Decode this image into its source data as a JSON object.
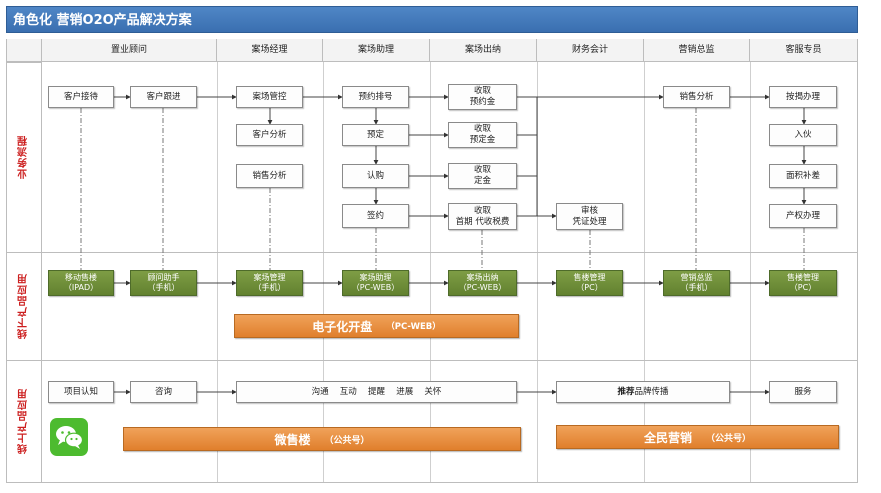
{
  "title": "角色化 营销O2O产品解决方案",
  "columns": [
    "置业顾问",
    "案场经理",
    "案场助理",
    "案场出纳",
    "财务会计",
    "营销总监",
    "客服专员"
  ],
  "lanes": [
    "业务流程",
    "线下产品应用",
    "线上产品应用"
  ],
  "flow": {
    "kehu_jiedai": "客户接待",
    "kehu_genjin": "客户跟进",
    "anchang_guankong": "案场管控",
    "kehu_fenxi": "客户分析",
    "xiaoshou_fenxi_mgr": "销售分析",
    "yuyue_paihao": "预约排号",
    "yuding": "预定",
    "rengou": "认购",
    "qianyue": "签约",
    "shouqu_yuyue": [
      "收取",
      "预约金"
    ],
    "shouqu_yuding": [
      "收取",
      "预定金"
    ],
    "shouqu_ding": [
      "收取",
      "定金"
    ],
    "shouqu_shouqi": [
      "收取",
      "首期  代收税费"
    ],
    "shenhe": [
      "审核",
      "凭证处理"
    ],
    "xiaoshou_fenxi_dir": "销售分析",
    "anjie_banli": "按揭办理",
    "ruhuo": "入伙",
    "mianji_bucha": "面积补差",
    "chanquan_banli": "产权办理"
  },
  "offline": [
    {
      "name": "移动售楼",
      "sub": "（IPAD）"
    },
    {
      "name": "顾问助手",
      "sub": "（手机）"
    },
    {
      "name": "案场管理",
      "sub": "（手机）"
    },
    {
      "name": "案场助理",
      "sub": "（PC-WEB）"
    },
    {
      "name": "案场出纳",
      "sub": "（PC-WEB）"
    },
    {
      "name": "售楼管理",
      "sub": "（PC）"
    },
    {
      "name": "营销总监",
      "sub": "（手机）"
    },
    {
      "name": "售楼管理",
      "sub": "（PC）"
    }
  ],
  "offline_bar": {
    "main": "电子化开盘",
    "sub": "（PC-WEB）"
  },
  "online": {
    "xiangmu_renzhi": "项目认知",
    "zixun": "咨询",
    "goutong": "沟通　 互动　 提醒　 进展　 关怀",
    "tuijian_bold": "推荐",
    "tuijian_rest": " 品牌传播",
    "fuwu": "服务"
  },
  "online_bars": [
    {
      "main": "微售楼",
      "sub": "（公共号）"
    },
    {
      "main": "全民营销",
      "sub": "（公共号）"
    }
  ],
  "colors": {
    "title_bg": "#3a6fb0",
    "green": "#6f8f3a",
    "orange": "#e8893a",
    "lane_text": "#cc1f1f",
    "wechat": "#4dbb2f"
  },
  "icons": [
    "wechat-icon"
  ]
}
